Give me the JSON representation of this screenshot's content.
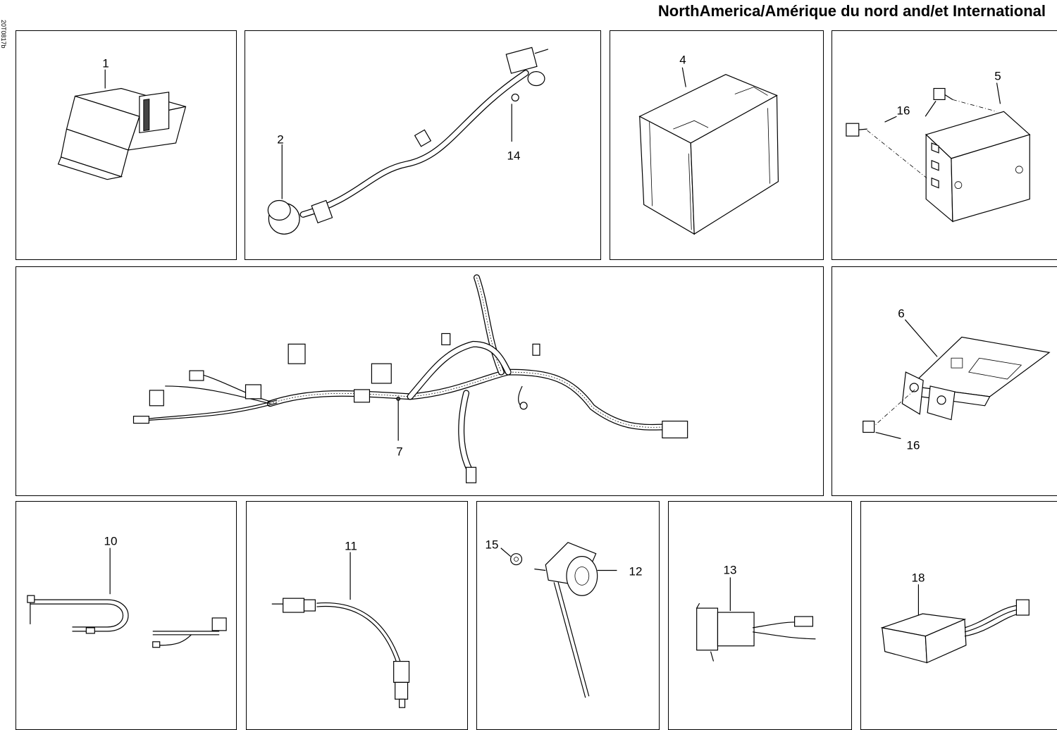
{
  "header": {
    "title": "NorthAmerica/Amérique du nord and/et International",
    "drawing_code": "20T0817b"
  },
  "panels": [
    {
      "id": "p1",
      "callouts": [
        "1"
      ]
    },
    {
      "id": "p2",
      "callouts": [
        "2",
        "14"
      ]
    },
    {
      "id": "p4",
      "callouts": [
        "4"
      ]
    },
    {
      "id": "p5",
      "callouts": [
        "5",
        "16"
      ]
    },
    {
      "id": "p7",
      "callouts": [
        "7"
      ]
    },
    {
      "id": "p6",
      "callouts": [
        "6",
        "16"
      ]
    },
    {
      "id": "p10",
      "callouts": [
        "10"
      ]
    },
    {
      "id": "p11",
      "callouts": [
        "11"
      ]
    },
    {
      "id": "p12",
      "callouts": [
        "15",
        "12"
      ]
    },
    {
      "id": "p13",
      "callouts": [
        "13"
      ]
    },
    {
      "id": "p18",
      "callouts": [
        "18"
      ]
    }
  ]
}
